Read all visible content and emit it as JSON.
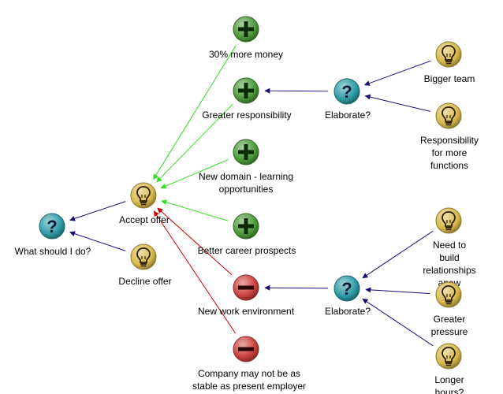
{
  "colors": {
    "idea": "#d9b84a",
    "pro": "#4c9a3a",
    "con": "#c9413b",
    "question": "#2c9aa6",
    "link_default": "#1d0a7a",
    "link_pro": "#33dd22",
    "link_con": "#cc0000"
  },
  "nodes": {
    "q_main": {
      "type": "question",
      "icon": "question-mark-icon",
      "label": "What should I do?"
    },
    "accept": {
      "type": "idea",
      "icon": "lightbulb-icon",
      "label": "Accept offer"
    },
    "decline": {
      "type": "idea",
      "icon": "lightbulb-icon",
      "label": "Decline offer"
    },
    "pro_money": {
      "type": "pro",
      "icon": "plus-icon",
      "label": "30% more money"
    },
    "pro_resp": {
      "type": "pro",
      "icon": "plus-icon",
      "label": "Greater responsibility"
    },
    "pro_domain": {
      "type": "pro",
      "icon": "plus-icon",
      "label": "New domain - learning\nopportunities"
    },
    "pro_career": {
      "type": "pro",
      "icon": "plus-icon",
      "label": "Better career prospects"
    },
    "con_env": {
      "type": "con",
      "icon": "minus-icon",
      "label": "New work environment"
    },
    "con_stable": {
      "type": "con",
      "icon": "minus-icon",
      "label": "Company may not be as\nstable as present employer"
    },
    "q_elab1": {
      "type": "question",
      "icon": "question-mark-icon",
      "label": "Elaborate?"
    },
    "q_elab2": {
      "type": "question",
      "icon": "question-mark-icon",
      "label": "Elaborate?"
    },
    "idea_team": {
      "type": "idea",
      "icon": "lightbulb-icon",
      "label": "Bigger team"
    },
    "idea_funcs": {
      "type": "idea",
      "icon": "lightbulb-icon",
      "label": "Responsibility for more\nfunctions"
    },
    "idea_relat": {
      "type": "idea",
      "icon": "lightbulb-icon",
      "label": "Need to build\nrelationships anew"
    },
    "idea_press": {
      "type": "idea",
      "icon": "lightbulb-icon",
      "label": "Greater pressure"
    },
    "idea_hours": {
      "type": "idea",
      "icon": "lightbulb-icon",
      "label": "Longer hours?"
    }
  },
  "links": [
    {
      "from": "accept",
      "to": "q_main",
      "kind": "default"
    },
    {
      "from": "decline",
      "to": "q_main",
      "kind": "default"
    },
    {
      "from": "pro_money",
      "to": "accept",
      "kind": "pro"
    },
    {
      "from": "pro_resp",
      "to": "accept",
      "kind": "pro"
    },
    {
      "from": "pro_domain",
      "to": "accept",
      "kind": "pro"
    },
    {
      "from": "pro_career",
      "to": "accept",
      "kind": "pro"
    },
    {
      "from": "con_env",
      "to": "accept",
      "kind": "con"
    },
    {
      "from": "con_stable",
      "to": "accept",
      "kind": "con"
    },
    {
      "from": "q_elab1",
      "to": "pro_resp",
      "kind": "default"
    },
    {
      "from": "idea_team",
      "to": "q_elab1",
      "kind": "default"
    },
    {
      "from": "idea_funcs",
      "to": "q_elab1",
      "kind": "default"
    },
    {
      "from": "q_elab2",
      "to": "con_env",
      "kind": "default"
    },
    {
      "from": "idea_relat",
      "to": "q_elab2",
      "kind": "default"
    },
    {
      "from": "idea_press",
      "to": "q_elab2",
      "kind": "default"
    },
    {
      "from": "idea_hours",
      "to": "q_elab2",
      "kind": "default"
    }
  ]
}
